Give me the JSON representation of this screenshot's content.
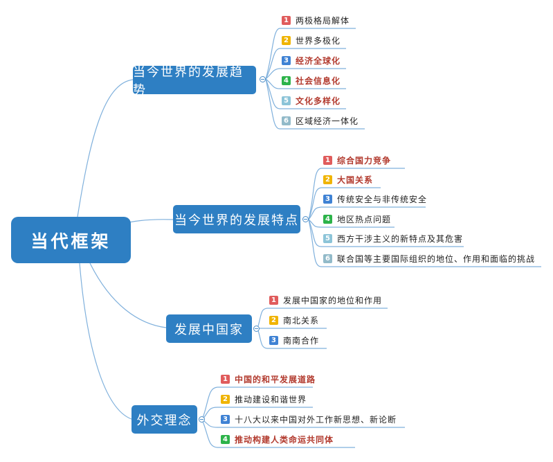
{
  "root": {
    "label": "当代框架"
  },
  "branches": [
    {
      "label": "当今世界的发展趋势",
      "items": [
        {
          "num": "1",
          "text": "两极格局解体",
          "highlight": false
        },
        {
          "num": "2",
          "text": "世界多极化",
          "highlight": false
        },
        {
          "num": "3",
          "text": "经济全球化",
          "highlight": true
        },
        {
          "num": "4",
          "text": "社会信息化",
          "highlight": true
        },
        {
          "num": "5",
          "text": "文化多样化",
          "highlight": true
        },
        {
          "num": "6",
          "text": "区域经济一体化",
          "highlight": false
        }
      ]
    },
    {
      "label": "当今世界的发展特点",
      "items": [
        {
          "num": "1",
          "text": "综合国力竞争",
          "highlight": true
        },
        {
          "num": "2",
          "text": "大国关系",
          "highlight": true
        },
        {
          "num": "3",
          "text": "传统安全与非传统安全",
          "highlight": false
        },
        {
          "num": "4",
          "text": "地区热点问题",
          "highlight": false
        },
        {
          "num": "5",
          "text": "西方干涉主义的新特点及其危害",
          "highlight": false
        },
        {
          "num": "6",
          "text": "联合国等主要国际组织的地位、作用和面临的挑战",
          "highlight": false
        }
      ]
    },
    {
      "label": "发展中国家",
      "items": [
        {
          "num": "1",
          "text": "发展中国家的地位和作用",
          "highlight": false
        },
        {
          "num": "2",
          "text": "南北关系",
          "highlight": false
        },
        {
          "num": "3",
          "text": "南南合作",
          "highlight": false
        }
      ]
    },
    {
      "label": "外交理念",
      "items": [
        {
          "num": "1",
          "text": "中国的和平发展道路",
          "highlight": true
        },
        {
          "num": "2",
          "text": "推动建设和谐世界",
          "highlight": false
        },
        {
          "num": "3",
          "text": "十八大以来中国对外工作新思想、新论断",
          "highlight": false
        },
        {
          "num": "4",
          "text": "推动构建人类命运共同体",
          "highlight": true
        }
      ]
    }
  ],
  "colors": {
    "node": "#2e7fc3",
    "connector": "#7fb0dc",
    "highlight_text": "#b23a2e",
    "badge_1": "#e05c5c",
    "badge_2": "#f0b400",
    "badge_3": "#3f82d4",
    "badge_4": "#2db34a",
    "badge_5": "#8cc4d8",
    "badge_6": "#92bac9"
  }
}
